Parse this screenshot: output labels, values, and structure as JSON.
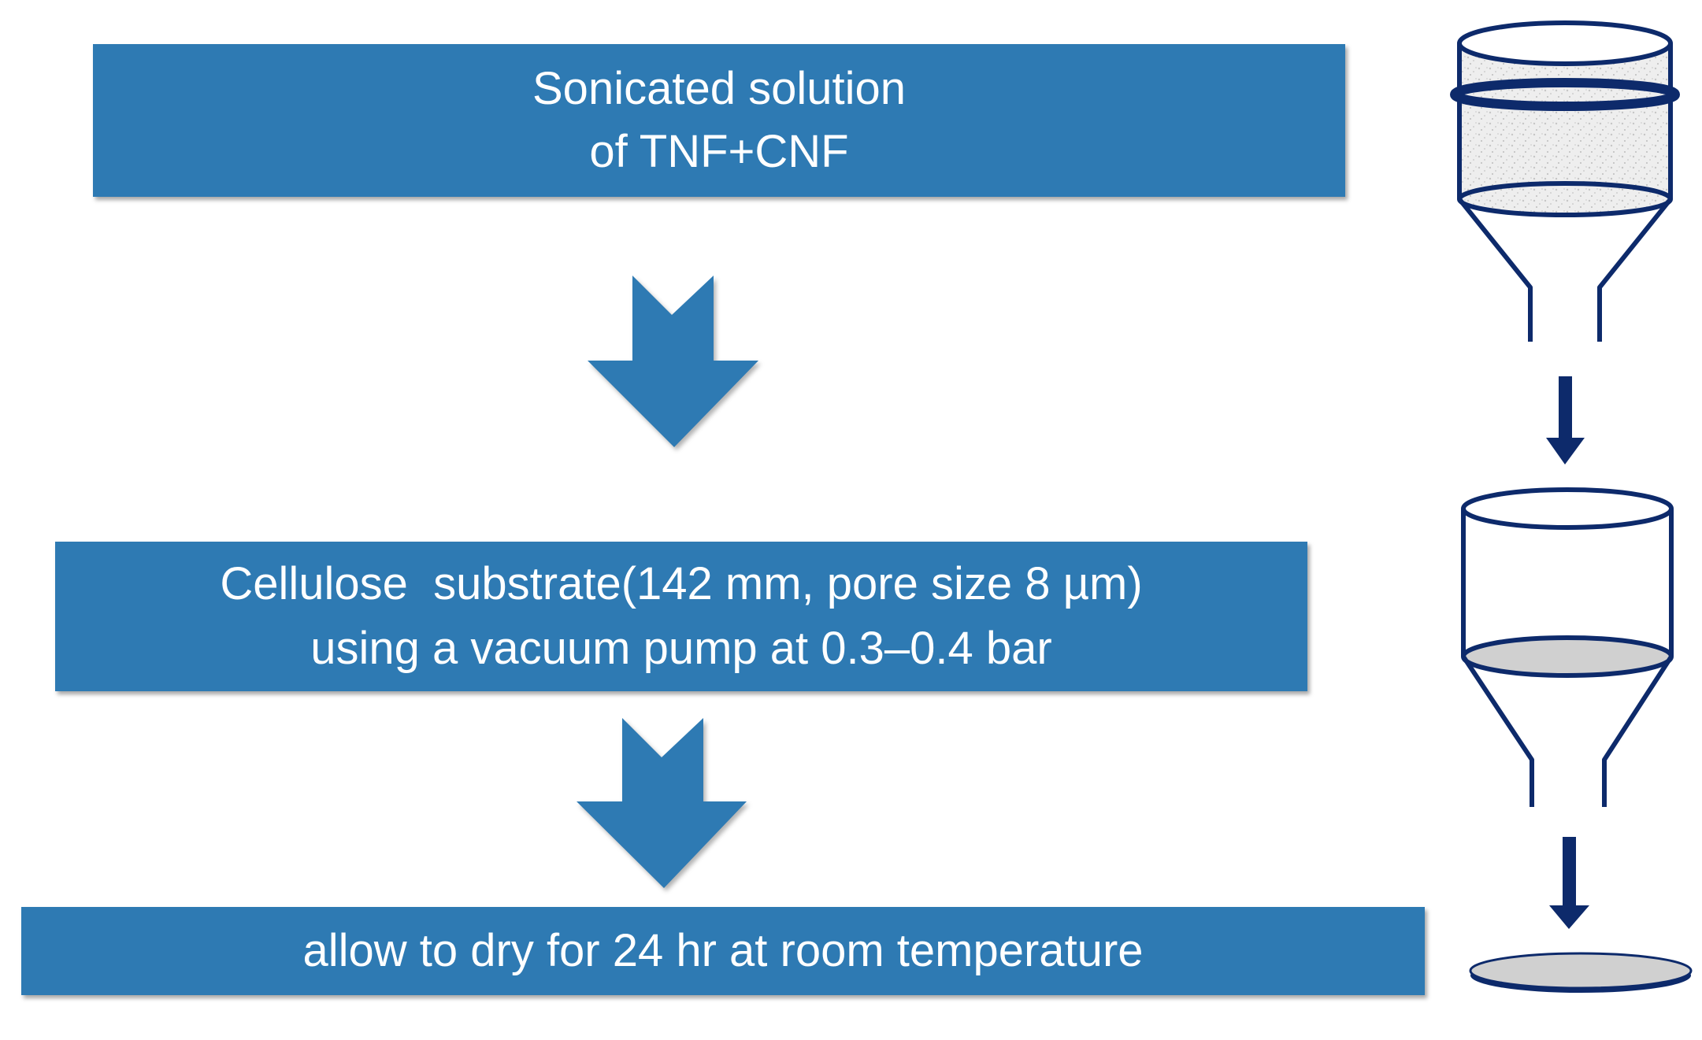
{
  "steps": [
    {
      "lines": [
        "Sonicated solution",
        "of TNF+CNF"
      ]
    },
    {
      "lines": [
        "Cellulose  substrate(142 mm, pore size 8 µm)",
        "using a vacuum pump at 0.3–0.4 bar"
      ]
    },
    {
      "lines": [
        "allow to dry for 24 hr at room temperature"
      ]
    }
  ],
  "colors": {
    "box_fill": "#2e7ab3",
    "box_text": "#ffffff",
    "apparatus_line": "#0d2a6b",
    "filter_fill": "#d0d0d0"
  },
  "icons": [
    "down-arrow-icon",
    "funnel-with-solution-icon",
    "funnel-with-filter-icon",
    "dried-film-disc-icon"
  ]
}
